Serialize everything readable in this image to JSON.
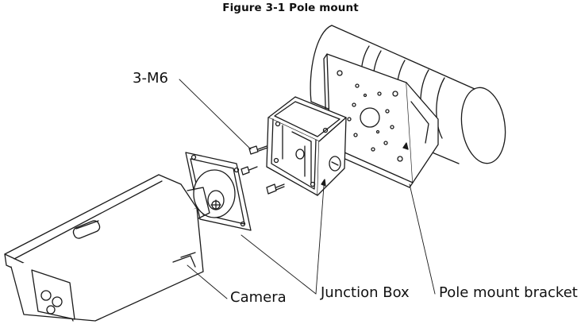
{
  "figure": {
    "caption": "Figure 3-1 Pole mount"
  },
  "labels": {
    "screws": "3-M6",
    "camera": "Camera",
    "junction_box": "Junction Box",
    "pole_mount_bracket": "Pole mount bracket"
  }
}
